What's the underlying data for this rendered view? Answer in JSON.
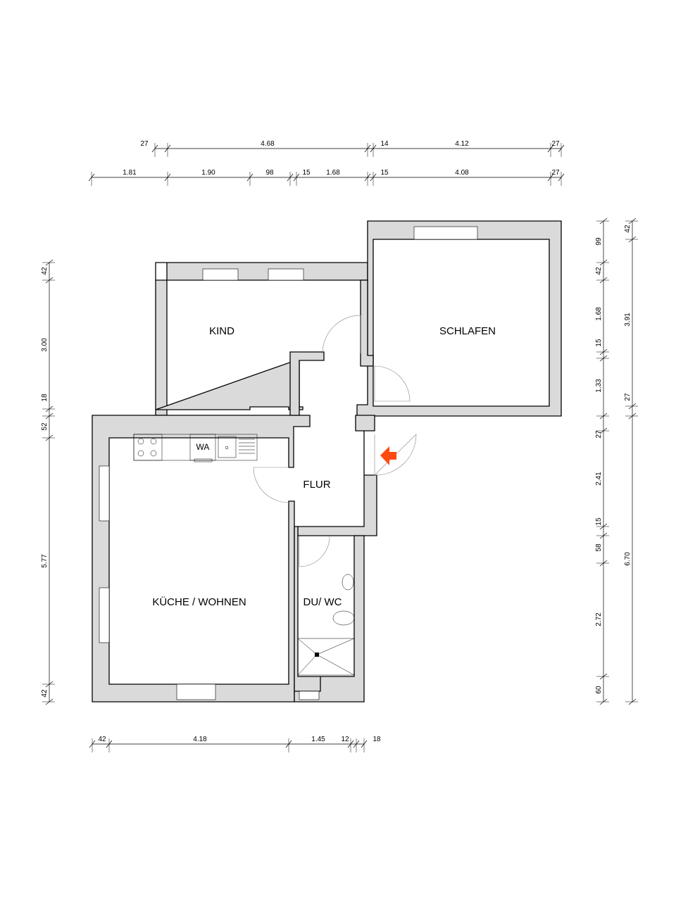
{
  "rooms": {
    "kind": "KIND",
    "schlafen": "SCHLAFEN",
    "flur": "FLUR",
    "kueche": "KÜCHE / WOHNEN",
    "bad": "DU/ WC"
  },
  "fixtures": {
    "washer": "WA"
  },
  "entrance_arrow_color": "#ff4a12",
  "wall_fill_color": "#dadada",
  "dims": {
    "top1": [
      "27",
      "4.68",
      "14",
      "4.12",
      "27"
    ],
    "top2": [
      "1.81",
      "1.90",
      "98",
      "15",
      "1.68",
      "15",
      "4.08",
      "27"
    ],
    "bottom": [
      "42",
      "4.18",
      "1.45",
      "12",
      "18"
    ],
    "left": [
      "42",
      "3.00",
      "18",
      "52",
      "5.77",
      "42"
    ],
    "right1": [
      "99",
      "42",
      "1.68",
      "15",
      "1.33",
      "27",
      "2.41",
      "15",
      "58",
      "2.72",
      "60"
    ],
    "right2": [
      "42",
      "3.91",
      "27",
      "6.70"
    ]
  }
}
